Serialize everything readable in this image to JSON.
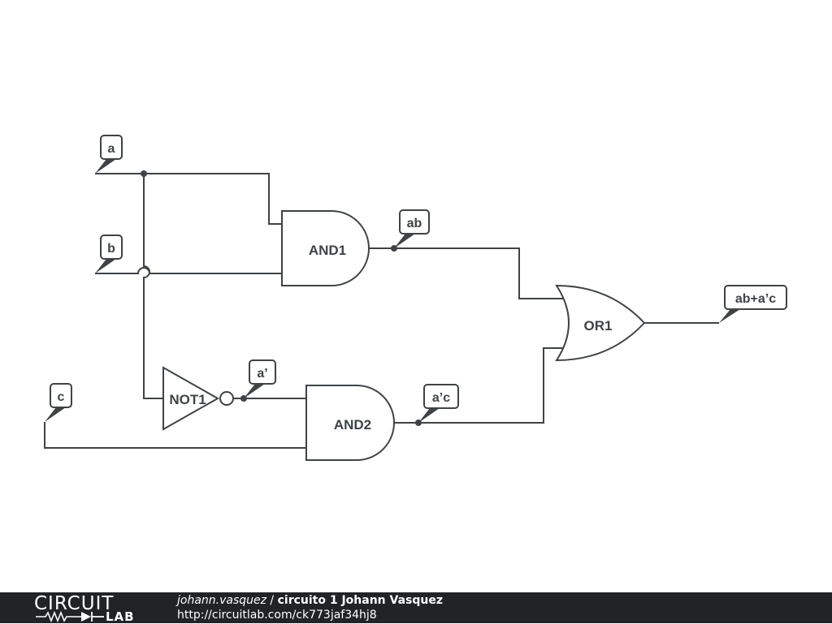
{
  "schematic": {
    "flags": {
      "a": "a",
      "b": "b",
      "c": "c",
      "a_not": "a’",
      "ab": "ab",
      "a_not_c": "a’c",
      "output": "ab+a’c"
    },
    "gates": {
      "and1": "AND1",
      "and2": "AND2",
      "not1": "NOT1",
      "or1": "OR1"
    },
    "colors": {
      "wire": "#3f4346",
      "footer": "#222324"
    }
  },
  "footer": {
    "logo_top": "CIRCUIT",
    "logo_bottom": "LAB",
    "user": "johann.vasquez",
    "separator": " / ",
    "title": "circuito 1 Johann Vasquez",
    "url": "http://circuitlab.com/ck773jaf34hj8"
  }
}
